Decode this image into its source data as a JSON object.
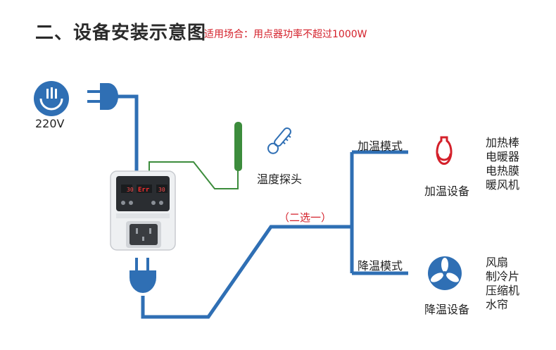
{
  "title": "二、设备安装示意图",
  "note": "适用场合：用点器功率不超过1000W",
  "power_label": "220V",
  "probe_label": "温度探头",
  "select_label": "（二选一）",
  "heating": {
    "mode_label": "加温模式",
    "device_label": "加温设备",
    "items": [
      "加热棒",
      "电暖器",
      "电热膜",
      "暖风机"
    ]
  },
  "cooling": {
    "mode_label": "降温模式",
    "device_label": "降温设备",
    "items": [
      "风扇",
      "制冷片",
      "压缩机",
      "水帘"
    ]
  },
  "controller": {
    "display_left": "30",
    "display_center": "Err",
    "display_right": "30"
  },
  "colors": {
    "wire_blue": "#2f6fb4",
    "wire_green": "#3c8c3c",
    "accent_red": "#d4202a",
    "icon_blue": "#2f6fb4"
  }
}
